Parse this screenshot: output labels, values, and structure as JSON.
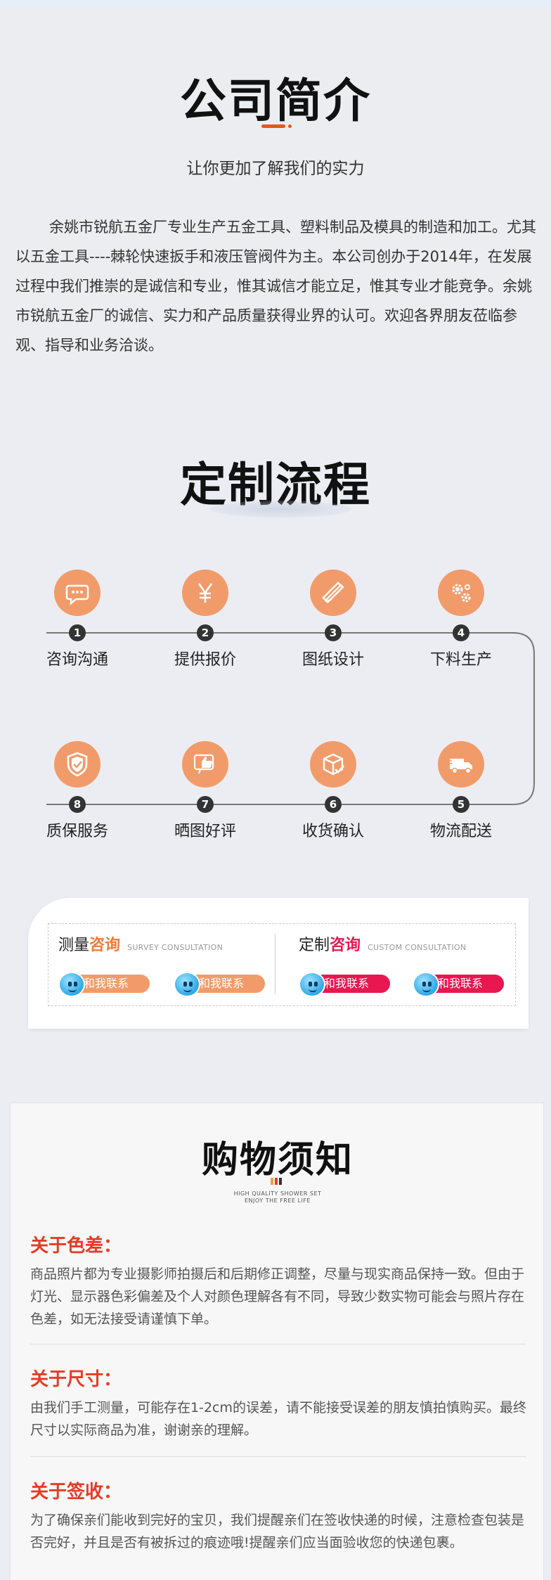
{
  "intro": {
    "title": "公司简介",
    "subtitle": "让你更加了解我们的实力",
    "body": "余姚市锐航五金厂专业生产五金工具、塑料制品及模具的制造和加工。尤其以五金工具----棘轮快速扳手和液压管阀件为主。本公司创办于2014年，在发展过程中我们推崇的是诚信和专业，惟其诚信才能立足，惟其专业才能竞争。余姚市锐航五金厂的诚信、实力和产品质量获得业界的认可。欢迎各界朋友莅临参观、指导和业务洽谈。",
    "accent_color": "#e8561a"
  },
  "process": {
    "title": "定制流程",
    "icon_color": "#f29b6a",
    "steps": [
      {
        "num": "1",
        "label": "咨询沟通",
        "icon": "chat-bubble-icon"
      },
      {
        "num": "2",
        "label": "提供报价",
        "icon": "yen-icon"
      },
      {
        "num": "3",
        "label": "图纸设计",
        "icon": "ruler-pencil-icon"
      },
      {
        "num": "4",
        "label": "下料生产",
        "icon": "gears-icon"
      },
      {
        "num": "5",
        "label": "物流配送",
        "icon": "truck-icon"
      },
      {
        "num": "6",
        "label": "收货确认",
        "icon": "package-check-icon"
      },
      {
        "num": "7",
        "label": "晒图好评",
        "icon": "thumbs-up-icon"
      },
      {
        "num": "8",
        "label": "质保服务",
        "icon": "shield-check-icon"
      }
    ]
  },
  "consult": {
    "left": {
      "title_a": "测量",
      "title_b": "咨询",
      "en": "SURVEY CONSULTATION",
      "btn1": "和我联系",
      "btn2": "和我联系",
      "color": "#f29b6a"
    },
    "right": {
      "title_a": "定制",
      "title_b": "咨询",
      "en": "CUSTOM CONSULTATION",
      "btn1": "和我联系",
      "btn2": "和我联系",
      "color": "#e8174f"
    }
  },
  "notice": {
    "title": "购物须知",
    "en_line1": "HIGH QUALITY SHOWER SET",
    "en_line2": "ENJOY THE FREE LIFE",
    "heading_color": "#e83a25",
    "sections": [
      {
        "heading": "关于色差：",
        "text": "商品照片都为专业摄影师拍摄后和后期修正调整，尽量与现实商品保持一致。但由于灯光、显示器色彩偏差及个人对颜色理解各有不同，导致少数实物可能会与照片存在色差，如无法接受请谨慎下单。"
      },
      {
        "heading": "关于尺寸：",
        "text": "由我们手工测量，可能存在1-2cm的误差，请不能接受误差的朋友慎拍慎购买。最终尺寸以实际商品为准，谢谢亲的理解。"
      },
      {
        "heading": "关于签收：",
        "text": "为了确保亲们能收到完好的宝贝，我们提醒亲们在签收快递的时候，注意检查包装是否完好，并且是否有被拆过的痕迹哦!提醒亲们应当面验收您的快递包裹。"
      }
    ]
  }
}
